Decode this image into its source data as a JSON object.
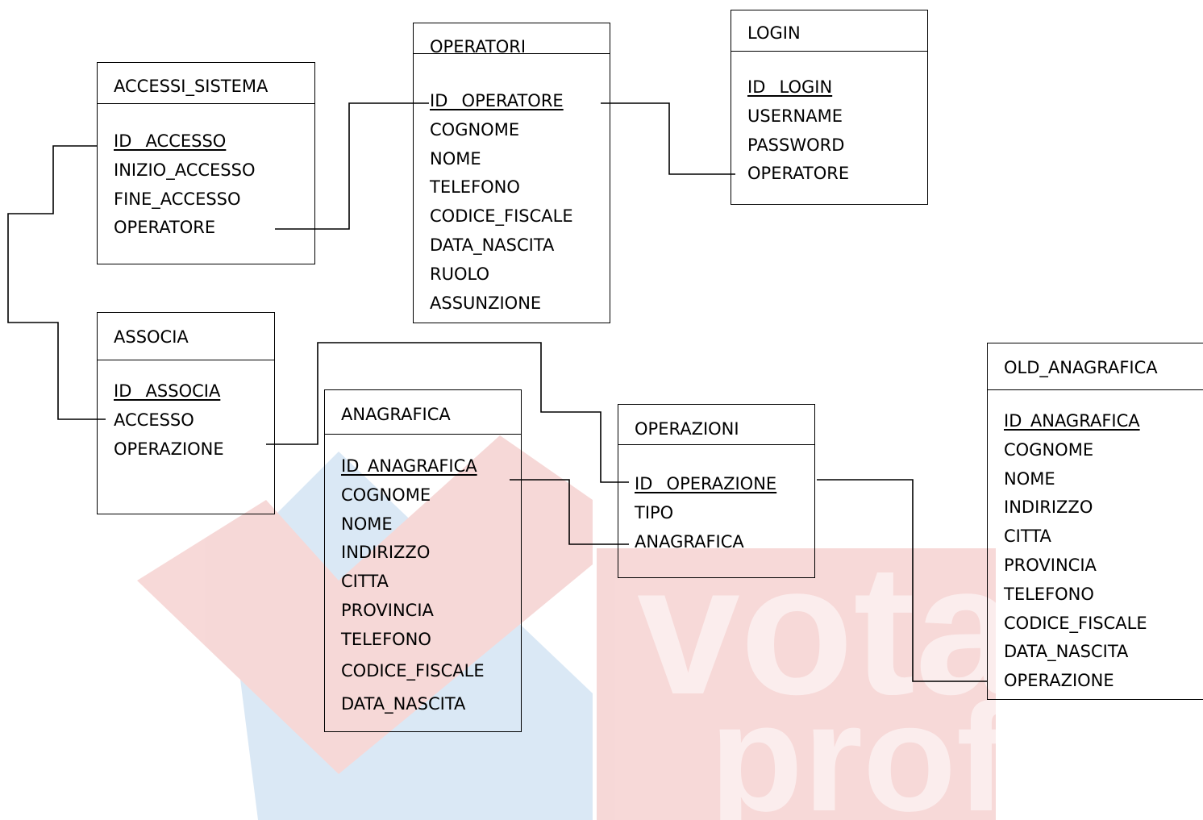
{
  "entities": {
    "accessi_sistema": {
      "title": "ACCESSI_SISTEMA",
      "fields": [
        "ID _ACCESSO",
        "INIZIO_ACCESSO",
        "FINE_ACCESSO",
        "OPERATORE"
      ]
    },
    "operatori": {
      "title": "OPERATORI",
      "fields": [
        "ID _OPERATORE",
        "COGNOME",
        "NOME",
        "TELEFONO",
        "CODICE_FISCALE",
        "DATA_NASCITA",
        "RUOLO",
        "ASSUNZIONE"
      ]
    },
    "login": {
      "title": "LOGIN",
      "fields": [
        "ID _LOGIN",
        "USERNAME",
        "PASSWORD",
        "OPERATORE"
      ]
    },
    "associa": {
      "title": "ASSOCIA",
      "fields": [
        "ID _ASSOCIA",
        "ACCESSO",
        "OPERAZIONE"
      ]
    },
    "anagrafica": {
      "title": "ANAGRAFICA",
      "fields": [
        "ID_ANAGRAFICA",
        "COGNOME",
        "NOME",
        "INDIRIZZO",
        "CITTA",
        "PROVINCIA",
        "TELEFONO",
        "CODICE_FISCALE",
        "DATA_NASCITA"
      ]
    },
    "operazioni": {
      "title": "OPERAZIONI",
      "fields": [
        "ID _OPERAZIONE",
        "TIPO",
        "ANAGRAFICA"
      ]
    },
    "old_anagrafica": {
      "title": "OLD_ANAGRAFICA",
      "fields": [
        "ID_ANAGRAFICA",
        "COGNOME",
        "NOME",
        "INDIRIZZO",
        "CITTA",
        "PROVINCIA",
        "TELEFONO",
        "CODICE_FISCALE",
        "DATA_NASCITA",
        "OPERAZIONE"
      ]
    }
  },
  "relationships": [
    {
      "from": "accessi_sistema.OPERATORE",
      "to": "operatori.ID _OPERATORE"
    },
    {
      "from": "login.OPERATORE",
      "to": "operatori.ID _OPERATORE"
    },
    {
      "from": "associa.ACCESSO",
      "to": "accessi_sistema.ID _ACCESSO"
    },
    {
      "from": "associa.OPERAZIONE",
      "to": "operazioni.ID _OPERAZIONE"
    },
    {
      "from": "operazioni.ANAGRAFICA",
      "to": "anagrafica.ID_ANAGRAFICA"
    },
    {
      "from": "old_anagrafica.OPERAZIONE",
      "to": "operazioni.ID _OPERAZIONE"
    }
  ],
  "watermark": {
    "text_line1": "votai",
    "text_line2": "prof",
    "red": "#d9534f",
    "blue": "#5b9bd5"
  }
}
